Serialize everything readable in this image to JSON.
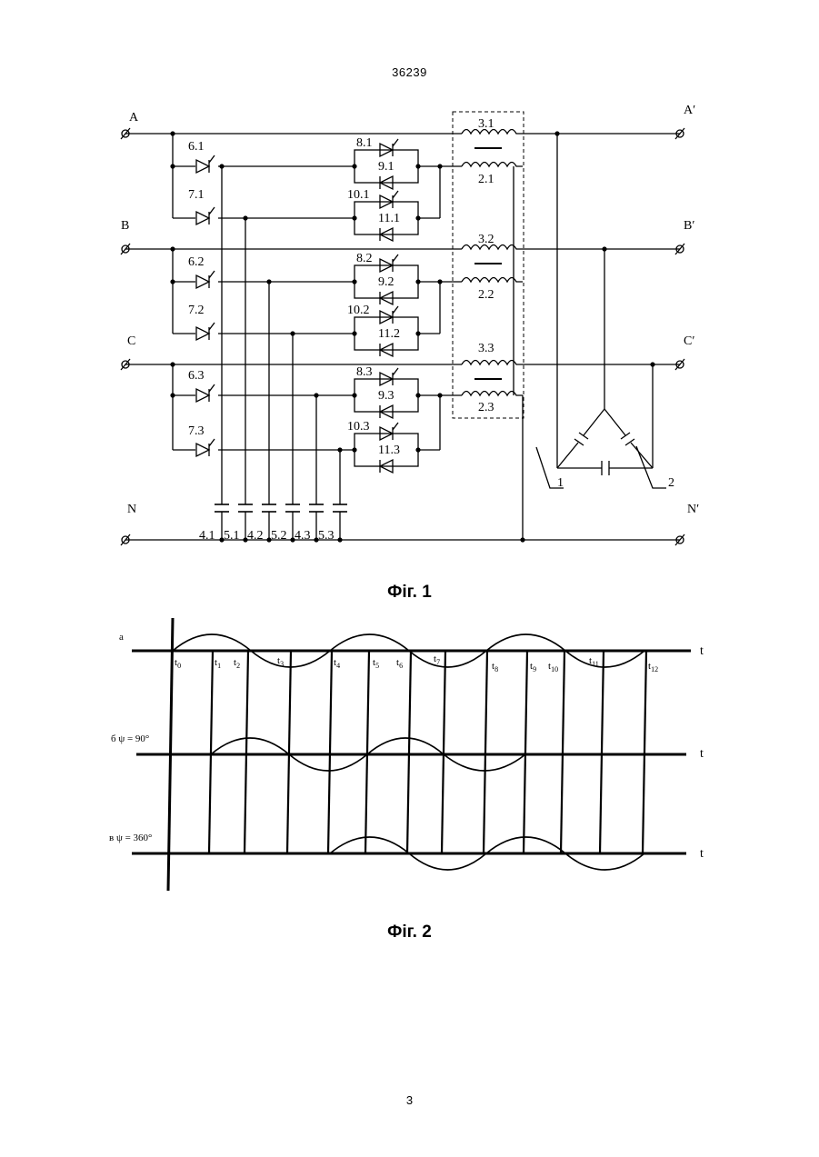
{
  "page": {
    "header_number": "36239",
    "footer_number": "3"
  },
  "figure1": {
    "caption": "Фіг. 1",
    "terminals_in": [
      "A",
      "B",
      "C",
      "N"
    ],
    "terminals_out": [
      "A′",
      "B′",
      "C′",
      "N′"
    ],
    "transformer_series": [
      "3.1",
      "3.2",
      "3.3"
    ],
    "transformer_primary": [
      "2.1",
      "2.2",
      "2.3"
    ],
    "thyristors_a": [
      "6.1",
      "6.2",
      "6.3"
    ],
    "thyristors_b": [
      "7.1",
      "7.2",
      "7.3"
    ],
    "switch_pairs": [
      [
        "8.1",
        "9.1"
      ],
      [
        "10.1",
        "11.1"
      ],
      [
        "8.2",
        "9.2"
      ],
      [
        "10.2",
        "11.2"
      ],
      [
        "8.3",
        "9.3"
      ],
      [
        "10.3",
        "11.3"
      ]
    ],
    "capacitors": [
      "4.1",
      "5.1",
      "4.2",
      "5.2",
      "4.3",
      "5.3"
    ],
    "callouts": [
      "1",
      "2"
    ]
  },
  "figure2": {
    "caption": "Фіг. 2",
    "rows": [
      {
        "label": "а",
        "axis": "t"
      },
      {
        "label": "б ψ = 90°",
        "axis": "t"
      },
      {
        "label": "в ψ = 360°",
        "axis": "t"
      }
    ],
    "time_marks": [
      "t0",
      "t1",
      "t2",
      "t3",
      "t4",
      "t5",
      "t6",
      "t7",
      "t8",
      "t9",
      "t10",
      "t11",
      "t12"
    ]
  }
}
